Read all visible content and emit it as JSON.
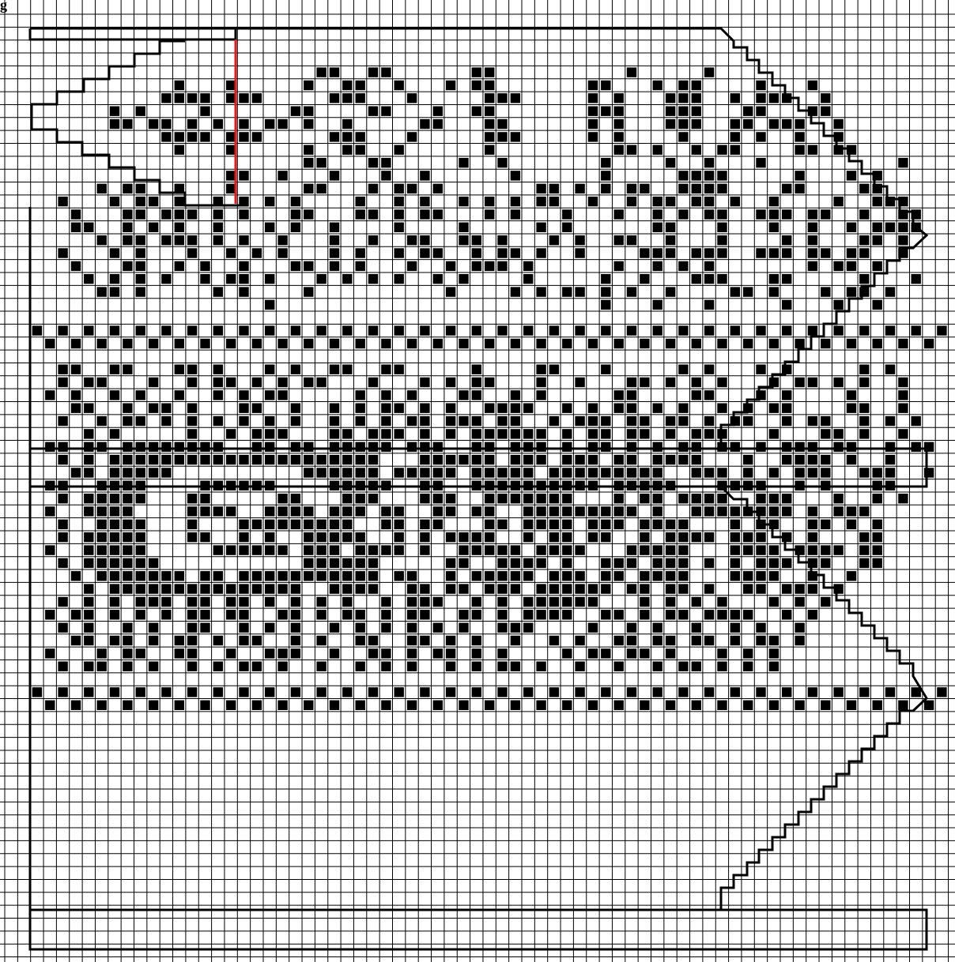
{
  "figure_label": "g",
  "grid": {
    "columns": 74,
    "rows": 74,
    "note_mark": "a"
  },
  "colors": {
    "background": "#ffffff",
    "grid_line": "#000000",
    "filled_stitch": "#000000",
    "outline": "#000000",
    "marker_line": "#e41b1b"
  },
  "pattern_rows": [
    "..........................................................................",
    "..........................................................................",
    "..........................................................................",
    "..........................................................................",
    "......................##..##......##..........#.....#....................",
    "...........#...#.....#..##..#...#.##.......##...#.##....#...#............",
    "..........####.###.....###...#.....###.....#.#...###..#.###..#...........",
    "......#.#....#......##....##...#..##.......###...###...##...##...........",
    "......##.##.#.#.#.##.#..#.....##...##......#.#...###..##.###..#..........",
    "..........####.###.....###...#.....###.....#.#....#...#.#..#..#..........",
    "...........#...#.....#..##..#......#.........##.#..#.##....##.##.........",
    ".....................##...##.....#..#.......#....#..#...#..........#......",
    "...............##..#...#...#..#......#......#.....####.....#...#.#.......",
    ".....#.##..#...#.....##...#.##.#.......##.#.#.##..####....##....##.......",
    "..#...#.##.#..#.#.#.#....#..#.#..#.#.#.##..#..#.##.##.#..#....#..###.....",
    "...#...##.###.#.#...##...##.#.##...#.#...#...#..#.#.##..###.##..#..##....",
    "...##..#.#.#..#...#.#..#....#....#.....#.#......##...#...#..#..#.####....",
    ".....#.##.###.#.#..#...#..#..##..##.#...#.#..##..#...#....#.#...##.#.....",
    "..#...#.#...#..#.#.#...#.#..#.##..#.##.#..#....###.###..###.##.##..#.....",
    "...#...##..#.#..#...##.#.#...#..#.###.#......#..#.#.#.......#.##.#.......",
    "....#.#.#.#..#.##.#...#.#.#.#..#.#....#.....#..#...###...##.....#...#....",
    ".....##.#.....#.#....#..........#....#.#.##.#.#..#....##.#...#.##.#......",
    "..................#.........................#...#...#.....#...#..#.......",
    "..........................................................................",
    "#.#.#.#.#.#.#.#.#.#.#.#.#.#.#.#.#.#.#.#.#.#.#.#.#.#.#.#.#.#.#.#.#.#.#.#.#.",
    ".#.#.#.#.#.#.#.#.#.#.#.#.#.#.#.#.#.#.#.#.#.#.#.#.#.#.#.#.#.#.#.#.#.#.#.#.#",
    "..........................................................................",
    "..##..##...##.#...#.#..##..##.....#....##...#.....#.#...#.#.....#.#......",
    "..#.##...#..#.##.#.#.##...#...#.#.##...#..#...##.#.#.#...#.##.#.#..#.....",
    ".#.#..#.#..#..#.#.##.....#.#.#...##..#.#.....##....##...#.#....#...#.....",
    "...##..#.##.#...##..#..#.#.##.#.#..####..#.#.##.#.#..#.#.##....##..#.....",
    "..#..#.##.#.#.#.#.#.#..#.#.#.##.###.##..#.###.##.##.#.##..#.##..#.#.#....",
    "....#.#.....#..#.###...##.###.#.#.######.#.##.##.#.###...#...##.#..#.....",
    ".##.##.########..##.##.#####.###..##.###.#.##.#.#.##.##.#.###.##..#.##...",
    "..#.#.#####################...######.###.###.##.####...#..####.#..#......",
    "...##.#####..........######.#####.#####.#########..###.#.#.###..###..#...",
    ".##..####....######....#####..##..##########.#####...####..#.#...##......",
    "..#.#####...##.....##...###...###..#######...#.##.####..###...#..#.#.....",
    ".#..####....####..####.###.##..##.##..#########.#..########.#.###.......",
    "..#..####...#...#########..##.##...##.####.###.####...#.##..##.#.#.......",
    "..#.#####...##..#.#..#####..#.#.####..#.##.##..#.####.###.#.#...##.......",
    ".#..#####.....######.###.####.#..#####.####...#####...####.####.##.......",
    "..#.######...........######.....##..####.#..###.###.#.#.###.##..##.......",
    "...#.#######.##.###########.##..#.#####.###.##.####...####..#..#.........",
    "....#.###############..####..##.##.###.######.##.##.#..##.###.#..........",
    "..#.#.#.###.##.##.#.#.#.#..#.###..#.#.######...#.#.#.#...#.#.#...........",
    ".#.##.#.#.#.##.##..##.#.##.#.##..##.#.####..##.#.##.####..#.#............",
    "..#.#..#.#..##..#.#.#..#.#.#.#.#.#..###....#..#.#..#..#.#..#.............",
    "...##.##.#.##.#.##..#.#..##..##.#.#..#..#.#..##.##.##.#.##.#.............",
    ".#...#.##..##..#..###..#..##.#.##.#.#....#.##.##.#...#.#.#...............",
    "..#.##.#.#..#.#.##.#..#..#.#.#..#.#.##.#..#..#..#.##.#.#.#...............",
    "..........................................................................",
    "#.#.#.#.#.#.#.#.#.#.#.#.#.#.#.#.#.#.#.#.#.#.#.#.#.#.#.#.#.#.#.#.#.#.#.#.#.",
    ".#.#.#.#.#.#.#.#.#.#.#.#.#.#.#.#.#.#.#.#.#.#.#.#.#.#.#.#.#.#.#.#.#.#.#.#.#"
  ]
}
